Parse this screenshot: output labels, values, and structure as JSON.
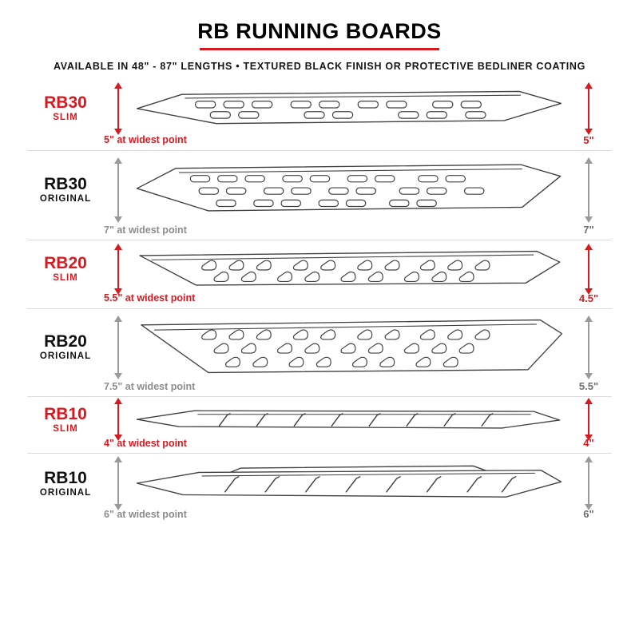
{
  "header": {
    "title": "RB RUNNING BOARDS",
    "subtitle": "AVAILABLE IN 48\" - 87\" LENGTHS   •   TEXTURED BLACK FINISH OR PROTECTIVE BEDLINER COATING"
  },
  "colors": {
    "accent_red": "#d71920",
    "dimension_gray": "#9a9a9a",
    "note_gray": "#8c8c8c"
  },
  "rows": [
    {
      "model": "RB30",
      "variant": "SLIM",
      "style": "slim",
      "width_note": "5\" at widest point",
      "height": "5\""
    },
    {
      "model": "RB30",
      "variant": "ORIGINAL",
      "style": "original",
      "width_note": "7\" at widest point",
      "height": "7\""
    },
    {
      "model": "RB20",
      "variant": "SLIM",
      "style": "slim",
      "width_note": "5.5\" at widest point",
      "height": "4.5\""
    },
    {
      "model": "RB20",
      "variant": "ORIGINAL",
      "style": "original",
      "width_note": "7.5\" at widest point",
      "height": "5.5\""
    },
    {
      "model": "RB10",
      "variant": "SLIM",
      "style": "slim",
      "width_note": "4\" at widest point",
      "height": "4\""
    },
    {
      "model": "RB10",
      "variant": "ORIGINAL",
      "style": "original",
      "width_note": "6\" at widest point",
      "height": "6\""
    }
  ]
}
